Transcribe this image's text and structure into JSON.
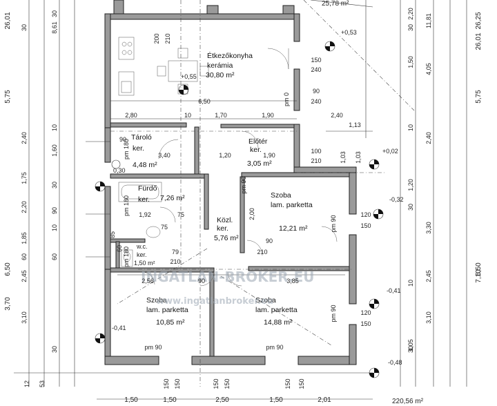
{
  "rooms": [
    {
      "name": "Étkezőkonyha",
      "floor": "kerámia",
      "area": "30,80 m²"
    },
    {
      "name": "Tároló",
      "floor": "ker.",
      "area": "4,48 m²"
    },
    {
      "name": "Előtér",
      "floor": "ker.",
      "area": "3,05 m²"
    },
    {
      "name": "Fürdő",
      "floor": "ker.",
      "area": "7,26 m²"
    },
    {
      "name": "Közl.",
      "floor": "ker.",
      "area": "5,76 m²"
    },
    {
      "name": "w.c.",
      "floor": "ker.",
      "area": "1,50 m²"
    },
    {
      "name": "Szoba",
      "floor": "lam. parketta",
      "area": "12,21 m²"
    },
    {
      "name": "Szoba",
      "floor": "lam. parketta",
      "area": "10,85 m²"
    },
    {
      "name": "Szoba",
      "floor": "lam. parketta",
      "area": "14,88 m²"
    }
  ],
  "totals": {
    "top_area": "25,78 m²",
    "total_area": "220,56 m²"
  },
  "levels": [
    "+0,55",
    "+0,53",
    "+0,02",
    "-0,32",
    "-0,41",
    "-0,41",
    "-0,48",
    "0,30"
  ],
  "watermark": [
    "INGATLAN-BROKER.EU",
    "www.ingatlanbroker.eu"
  ],
  "left_dims_outer": [
    "26,01",
    "5,75",
    "6,50",
    "3,70"
  ],
  "left_dims_mid": [
    "30",
    "2,40",
    "1,75",
    "2,20",
    "1,85",
    "60",
    "2,45",
    "3,10"
  ],
  "left_dims_inner": [
    "30",
    "8,61",
    "10",
    "1,60",
    "30",
    "90",
    "10",
    "60",
    "30"
  ],
  "right_dims_outer": [
    "26,25",
    "26,01",
    "5,75",
    "6,50",
    "7,10"
  ],
  "right_dims_mid": [
    "11,81",
    "4,05",
    "2,40",
    "3,30",
    "2,45",
    "3,10"
  ],
  "right_dims_inner": [
    "2,20",
    "30",
    "1,50",
    "10",
    "1,20",
    "30",
    "10",
    "1,05",
    "30"
  ],
  "bottom_dims": [
    "1,50",
    "1,50",
    "2,50",
    "1,50",
    "2,01"
  ],
  "bottom_vert": [
    "12",
    "53",
    "150",
    "150",
    "150",
    "150",
    "150",
    "150"
  ],
  "interior_dims": [
    "6,50",
    "2,80",
    "10",
    "1,70",
    "1,90",
    "2,40",
    "1,13",
    "3,40",
    "1,20",
    "1,90",
    "1,92",
    "75",
    "2,56",
    "3,85",
    "90",
    "2,00",
    "200",
    "210",
    "150",
    "240",
    "90",
    "240",
    "100",
    "210",
    "120",
    "150",
    "120",
    "150",
    "85",
    "79",
    "210",
    "1,03",
    "1,03",
    "90",
    "210",
    "90",
    "75",
    "60",
    "pm 0",
    "pm 90",
    "pm 90",
    "pm 90",
    "pm 90",
    "pm 90",
    "pm 180",
    "pm 180",
    "pm 180"
  ]
}
